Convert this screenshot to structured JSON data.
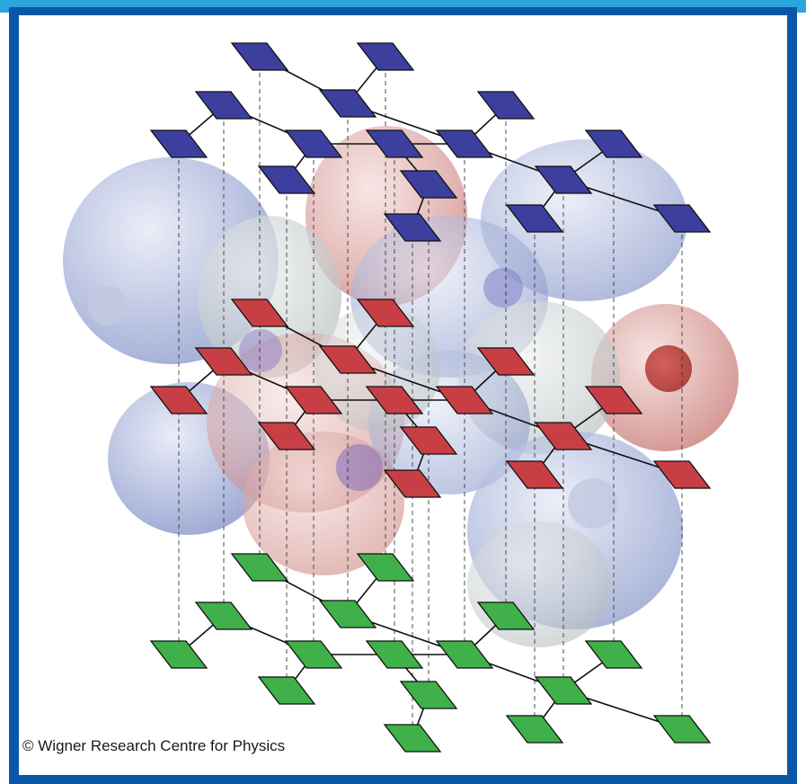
{
  "credit": "© Wigner Research Centre for Physics",
  "colors": {
    "frame_border": "#0a57a8",
    "top_bar": "#2aa6dc",
    "layer_top": "#3c3f9e",
    "layer_middle": "#c73f45",
    "layer_bottom": "#3fb04a",
    "surface_blue": "#8e9fd0",
    "surface_red": "#d88a86"
  },
  "layers": [
    "top",
    "middle",
    "bottom"
  ]
}
